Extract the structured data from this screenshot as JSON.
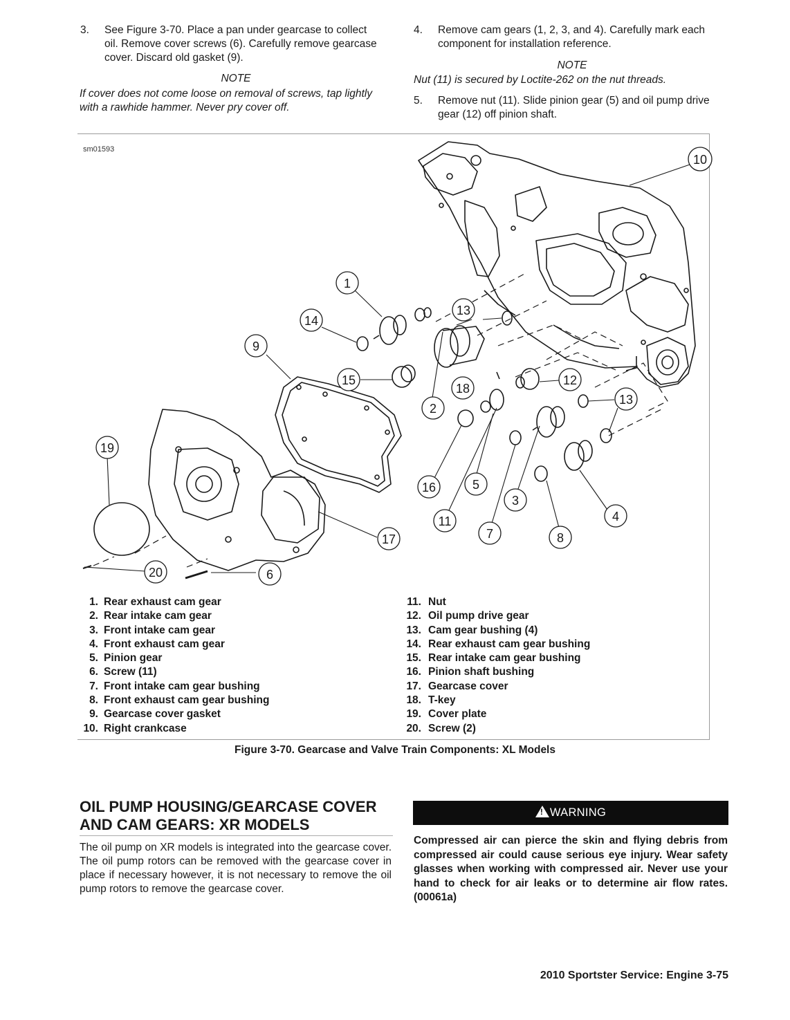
{
  "steps_left": [
    {
      "num": "3.",
      "lines": [
        "See Figure 3-70. Place a pan under gearcase to collect",
        "oil. Remove cover screws (6). Carefully remove gearcase",
        "cover. Discard old gasket (9)."
      ]
    }
  ],
  "note_left": {
    "heading": "NOTE",
    "lines": [
      "If cover does not come loose on removal of screws, tap lightly",
      "with a rawhide hammer. Never pry cover off."
    ]
  },
  "steps_right": [
    {
      "num": "4.",
      "lines": [
        "Remove cam gears (1, 2, 3, and 4). Carefully mark each",
        "component for installation reference."
      ]
    },
    {
      "num": "5.",
      "lines": [
        "Remove nut (11). Slide pinion gear (5) and oil pump drive",
        "gear (12) off pinion shaft."
      ]
    }
  ],
  "note_right": {
    "heading": "NOTE",
    "line": "Nut (11) is secured by Loctite-262 on the nut threads."
  },
  "figure": {
    "id": "sm01593",
    "callouts": [
      "1",
      "2",
      "3",
      "4",
      "5",
      "6",
      "7",
      "8",
      "9",
      "10",
      "11",
      "12",
      "13",
      "13",
      "14",
      "15",
      "16",
      "17",
      "18",
      "19",
      "20"
    ],
    "legend_left": [
      {
        "n": "1.",
        "label": "Rear exhaust cam gear"
      },
      {
        "n": "2.",
        "label": "Rear intake cam gear"
      },
      {
        "n": "3.",
        "label": "Front intake cam gear"
      },
      {
        "n": "4.",
        "label": "Front exhaust cam gear"
      },
      {
        "n": "5.",
        "label": "Pinion gear"
      },
      {
        "n": "6.",
        "label": "Screw (11)"
      },
      {
        "n": "7.",
        "label": "Front intake cam gear bushing"
      },
      {
        "n": "8.",
        "label": "Front exhaust cam gear bushing"
      },
      {
        "n": "9.",
        "label": "Gearcase cover gasket"
      },
      {
        "n": "10.",
        "label": "Right crankcase"
      }
    ],
    "legend_right": [
      {
        "n": "11.",
        "label": "Nut"
      },
      {
        "n": "12.",
        "label": "Oil pump drive gear"
      },
      {
        "n": "13.",
        "label": "Cam gear bushing (4)"
      },
      {
        "n": "14.",
        "label": "Rear exhaust cam gear bushing"
      },
      {
        "n": "15.",
        "label": "Rear intake cam gear bushing"
      },
      {
        "n": "16.",
        "label": "Pinion shaft bushing"
      },
      {
        "n": "17.",
        "label": "Gearcase cover"
      },
      {
        "n": "18.",
        "label": "T-key"
      },
      {
        "n": "19.",
        "label": "Cover plate"
      },
      {
        "n": "20.",
        "label": "Screw (2)"
      }
    ],
    "caption": "Figure 3-70. Gearcase and Valve Train Components: XL Models"
  },
  "section": {
    "heading_lines": [
      "OIL PUMP HOUSING/GEARCASE COVER",
      "AND CAM GEARS: XR MODELS"
    ],
    "body": "The oil pump on XR models is integrated into the gearcase cover. The oil pump rotors can be removed with the gearcase cover in place if necessary however, it is not necessary to remove the oil pump rotors to remove the gearcase cover."
  },
  "warning": {
    "label": "WARNING",
    "text": "Compressed air can pierce the skin and flying debris from compressed air could cause serious eye injury. Wear safety glasses when working with compressed air. Never use your hand to check for air leaks or to determine air flow rates. (00061a)"
  },
  "footer": "2010 Sportster Service: Engine 3-75"
}
